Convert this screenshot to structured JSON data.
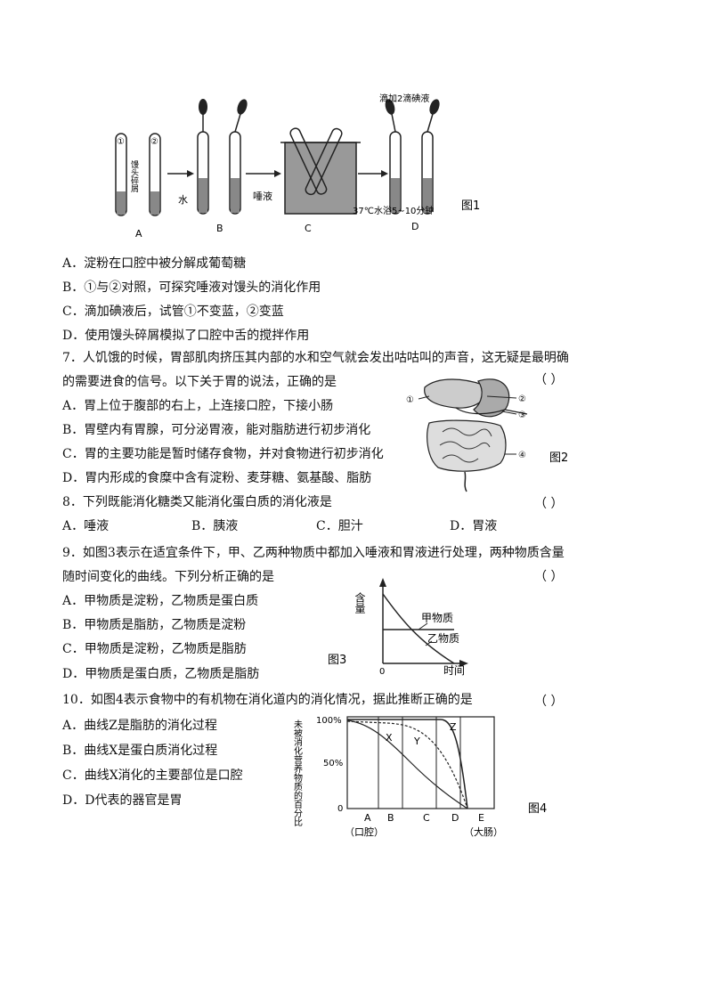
{
  "fig1": {
    "caption": "图1",
    "tube1": "①",
    "tube2": "②",
    "mantou_label": "馒头碎屑",
    "water_label": "水",
    "saliva_label": "唾液",
    "iodine_label": "滴加2滴碘液",
    "bath_label": "37℃水浴5~10分钟",
    "step_a": "A",
    "step_b": "B",
    "step_c": "C",
    "step_d": "D"
  },
  "q6_options": [
    "A．淀粉在口腔中被分解成葡萄糖",
    "B．①与②对照，可探究唾液对馒头的消化作用",
    "C．滴加碘液后，试管①不变蓝，②变蓝",
    "D．使用馒头碎屑模拟了口腔中舌的搅拌作用"
  ],
  "q7": {
    "stem1": "7．人饥饿的时候，胃部肌肉挤压其内部的水和空气就会发出咕咕叫的声音，这无疑是最明确",
    "stem2": "的需要进食的信号。以下关于胃的说法，正确的是",
    "paren": "（     ）",
    "options": [
      "A．胃上位于腹部的右上，上连接口腔，下接小肠",
      "B．胃壁内有胃腺，可分泌胃液，能对脂肪进行初步消化",
      "C．胃的主要功能是暂时储存食物，并对食物进行初步消化",
      "D．胃内形成的食糜中含有淀粉、麦芽糖、氨基酸、脂肪"
    ],
    "fig_caption": "图2",
    "marks": [
      "①",
      "②",
      "③",
      "④"
    ]
  },
  "q8": {
    "stem": "8．下列既能消化糖类又能消化蛋白质的消化液是",
    "paren": "（     ）",
    "options": [
      "A．唾液",
      "B．胰液",
      "C．胆汁",
      "D．胃液"
    ]
  },
  "q9": {
    "stem1": "9．如图3表示在适宜条件下，甲、乙两种物质中都加入唾液和胃液进行处理，两种物质含量",
    "stem2": "随时间变化的曲线。下列分析正确的是",
    "paren": "（     ）",
    "options": [
      "A．甲物质是淀粉，乙物质是蛋白质",
      "B．甲物质是脂肪，乙物质是淀粉",
      "C．甲物质是淀粉，乙物质是脂肪",
      "D．甲物质是蛋白质，乙物质是脂肪"
    ],
    "fig": {
      "caption": "图3",
      "ylabel": "含量",
      "origin": "0",
      "xlabel": "时间",
      "series_a": "甲物质",
      "series_b": "乙物质"
    }
  },
  "q10": {
    "stem": "10．如图4表示食物中的有机物在消化道内的消化情况，据此推断正确的是",
    "paren": "（     ）",
    "options": [
      "A．曲线Z是脂肪的消化过程",
      "B．曲线X是蛋白质消化过程",
      "C．曲线X消化的主要部位是口腔",
      "D．D代表的器官是胃"
    ],
    "fig": {
      "caption": "图4",
      "ylabel": "未被消化营养物质的百分比",
      "y100": "100%",
      "y50": "50%",
      "y0": "0",
      "sections": [
        "A",
        "B",
        "C",
        "D",
        "E"
      ],
      "a_note": "（口腔）",
      "e_note": "（大肠）",
      "curve_x": "X",
      "curve_y": "Y",
      "curve_z": "Z"
    }
  }
}
